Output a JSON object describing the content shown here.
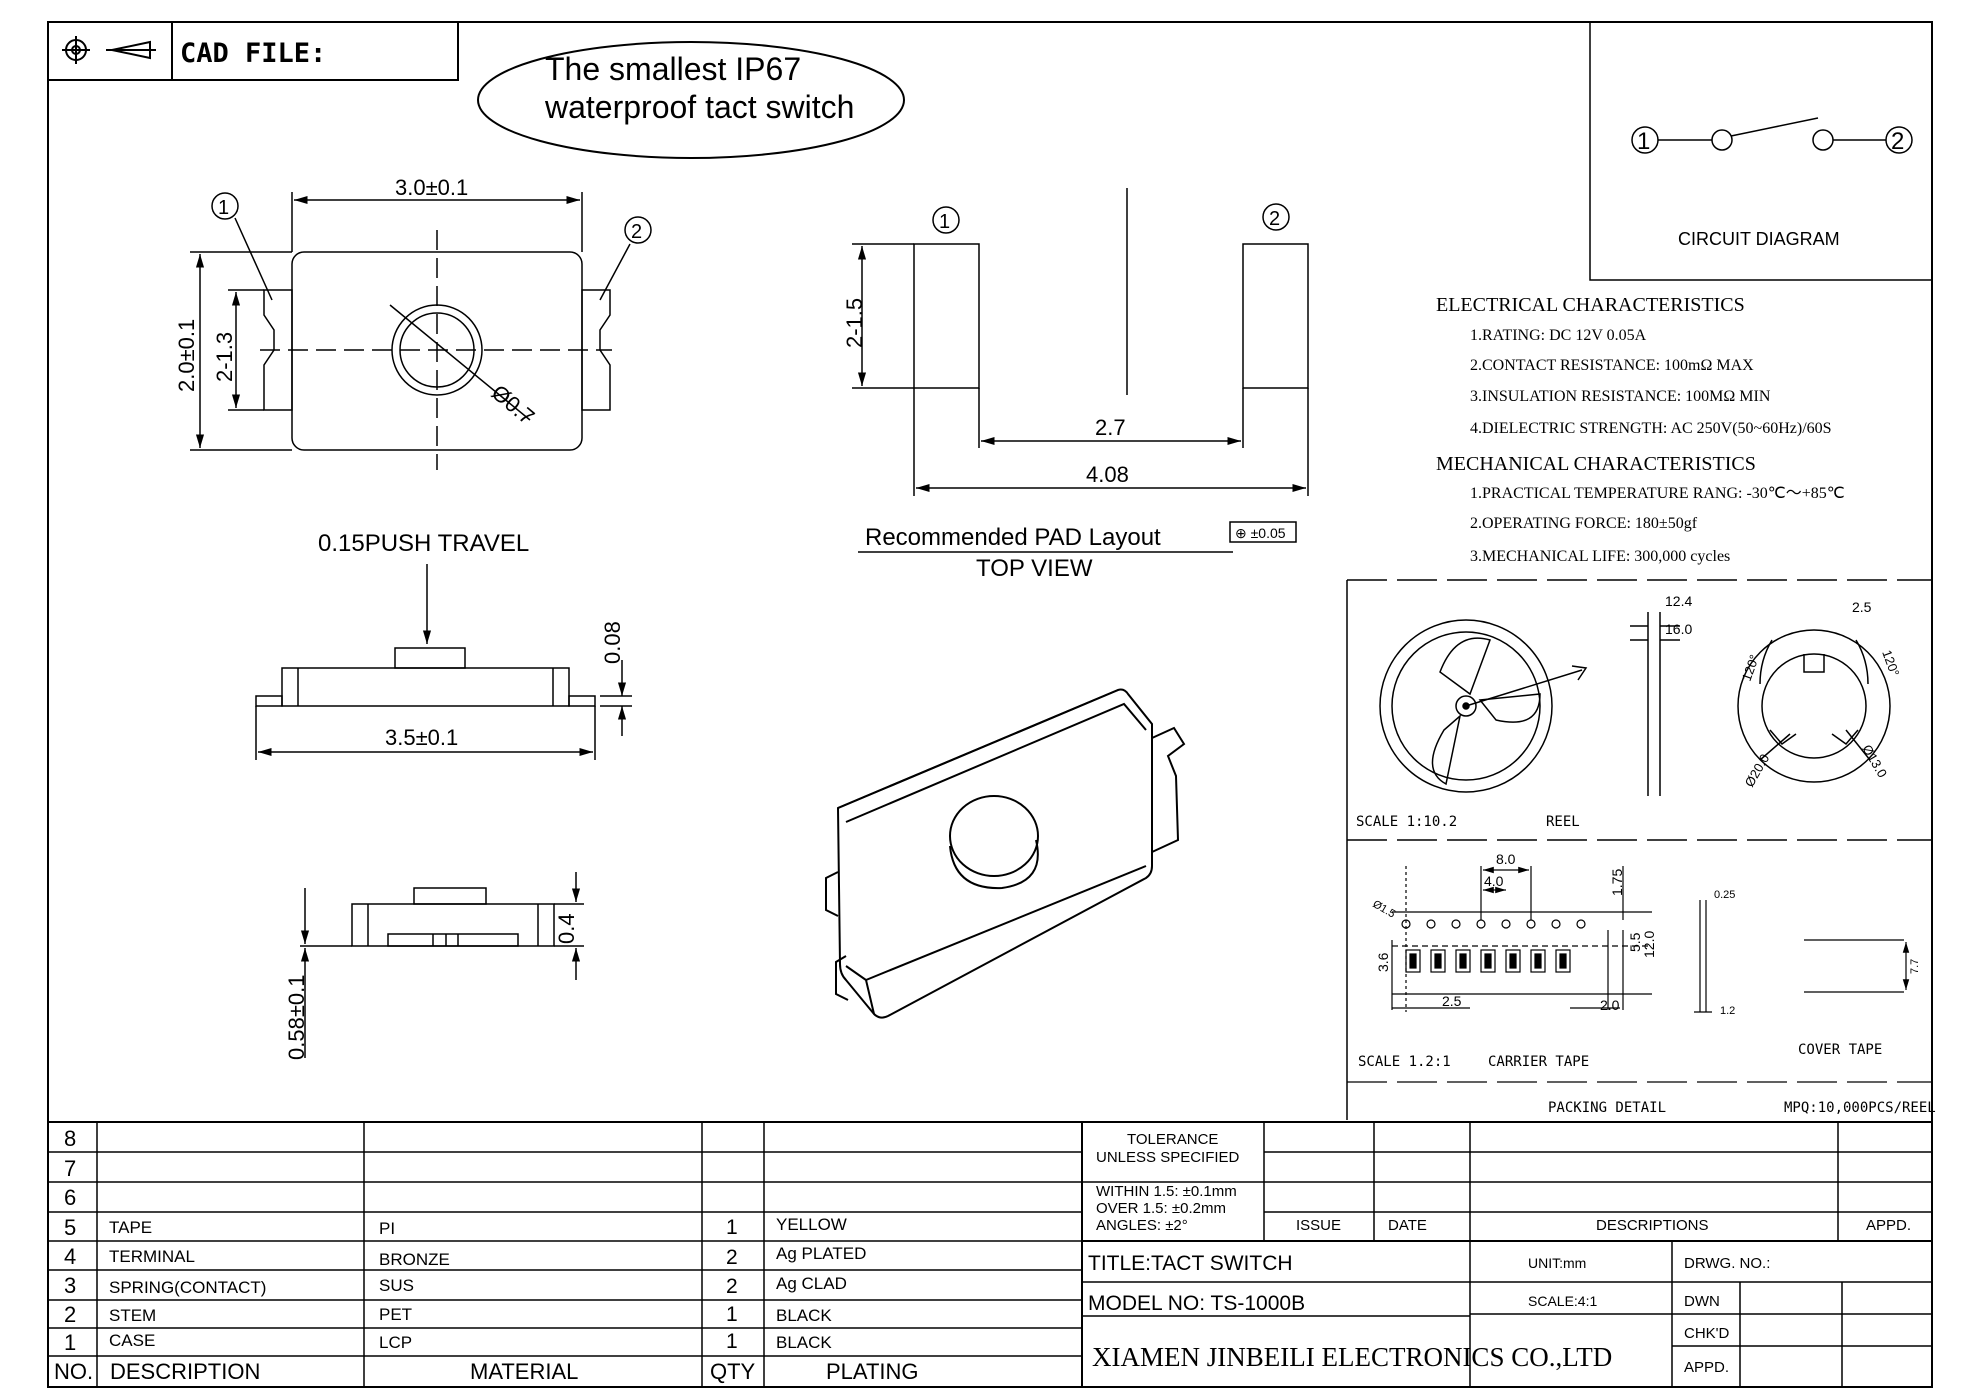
{
  "header": {
    "cad_file_label": "CAD FILE:",
    "banner_line1": "The smallest IP67",
    "banner_line2": "waterproof tact switch"
  },
  "circuit": {
    "caption": "CIRCUIT  DIAGRAM",
    "pin1": "1",
    "pin2": "2"
  },
  "electrical": {
    "heading": "ELECTRICAL CHARACTERISTICS",
    "items": [
      "1.RATING: DC 12V 0.05A",
      "2.CONTACT RESISTANCE: 100mΩ  MAX",
      "3.INSULATION RESISTANCE: 100MΩ  MIN",
      "4.DIELECTRIC STRENGTH: AC 250V(50~60Hz)/60S"
    ]
  },
  "mechanical": {
    "heading": "MECHANICAL CHARACTERISTICS",
    "items": [
      "1.PRACTICAL TEMPERATURE RANG: -30℃～+85℃",
      "2.OPERATING FORCE: 180±50gf",
      "3.MECHANICAL LIFE: 300,000 cycles"
    ]
  },
  "top_view": {
    "dim_width": "3.0±0.1",
    "dim_height": "2.0±0.1",
    "dim_terminal": "2-1.3",
    "dim_stem": "Ø0.7",
    "pin1": "1",
    "pin2": "2"
  },
  "pad_layout": {
    "pin1": "1",
    "pin2": "2",
    "dim_pad": "2-1.5",
    "dim_gap": "2.7",
    "dim_total": "4.08",
    "title": "Recommended PAD Layout",
    "tolerance": "⊕ ±0.05",
    "subtitle": "TOP VIEW"
  },
  "side_view": {
    "travel_label": "0.15PUSH  TRAVEL",
    "dim_travel": "0.08",
    "dim_length": "3.5±0.1"
  },
  "end_view": {
    "dim_height": "0.58±0.1",
    "dim_terminal": "0.4"
  },
  "reel": {
    "dim_124": "12.4",
    "dim_160": "16.0",
    "dim_25": "2.5",
    "angle1": "120°",
    "angle2": "120°",
    "dim_200": "Ø20.0",
    "dim_130": "Ø13.0",
    "scale": "SCALE 1:10.2",
    "label": "REEL"
  },
  "carrier": {
    "dim_80": "8.0",
    "dim_40": "4.0",
    "dim_175": "1.75",
    "dim_15": "Ø1.5",
    "dim_36": "3.6",
    "dim_55": "5.5",
    "dim_120": "12.0",
    "dim_25": "2.5",
    "dim_20": "2.0",
    "dim_025": "0.25",
    "dim_12": "1.2",
    "dim_77": "7.7",
    "scale": "SCALE 1.2:1",
    "carrier_label": "CARRIER TAPE",
    "cover_label": "COVER TAPE",
    "packing": "PACKING DETAIL",
    "mpq": "MPQ:10,000PCS/REEL"
  },
  "bom": {
    "row_numbers": [
      "8",
      "7",
      "6",
      "5",
      "4",
      "3",
      "2",
      "1"
    ],
    "rows": [
      {
        "desc": "TAPE",
        "material": "PI",
        "qty": "1",
        "plating": "YELLOW"
      },
      {
        "desc": "TERMINAL",
        "material": "BRONZE",
        "qty": "2",
        "plating": "Ag PLATED"
      },
      {
        "desc": "SPRING(CONTACT)",
        "material": "SUS",
        "qty": "2",
        "plating": "Ag CLAD"
      },
      {
        "desc": "STEM",
        "material": "PET",
        "qty": "1",
        "plating": "BLACK"
      },
      {
        "desc": "CASE",
        "material": "LCP",
        "qty": "1",
        "plating": "BLACK"
      }
    ],
    "header": {
      "no": "NO.",
      "desc": "DESCRIPTION",
      "material": "MATERIAL",
      "qty": "QTY",
      "plating": "PLATING"
    }
  },
  "title_block": {
    "tolerance_title": "TOLERANCE",
    "tolerance_sub": "UNLESS SPECIFIED",
    "within": "WITHIN 1.5: ±0.1mm",
    "over": "OVER 1.5:  ±0.2mm",
    "angles": "ANGLES: ±2°",
    "issue": "ISSUE",
    "date": "DATE",
    "descriptions": "DESCRIPTIONS",
    "appd": "APPD.",
    "title": "TITLE:TACT  SWITCH",
    "unit": "UNIT:mm",
    "drwg": "DRWG. NO.:",
    "model": "MODEL  NO: TS-1000B",
    "scale": "SCALE:4:1",
    "dwn": "DWN",
    "chkd": "CHK'D",
    "appd2": "APPD.",
    "company": "XIAMEN JINBEILI ELECTRONICS CO.,LTD"
  }
}
